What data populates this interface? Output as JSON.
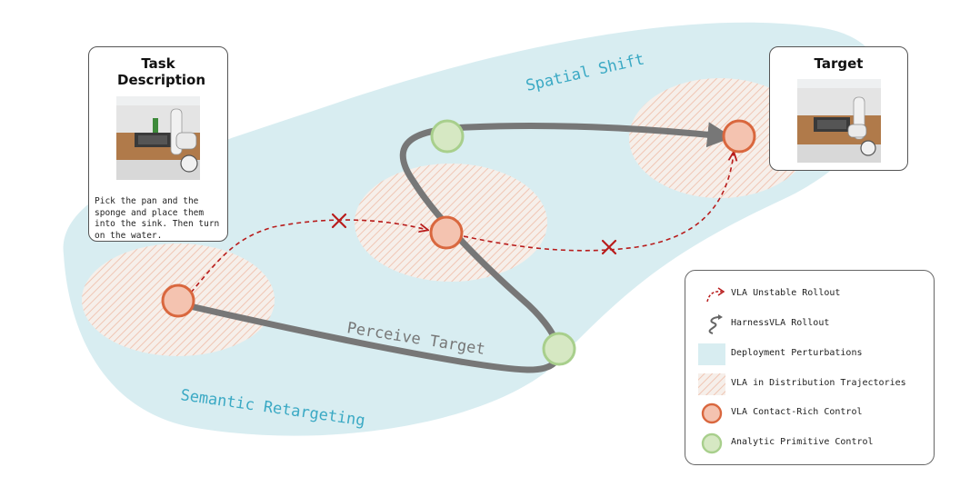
{
  "task_card": {
    "title": "Task Description",
    "description": "Pick the pan and the sponge and place them into the sink. Then turn on the water."
  },
  "target_card": {
    "title": "Target"
  },
  "region_labels": {
    "spatial_shift": "Spatial Shift",
    "semantic_retargeting": "Semantic Retargeting",
    "perceive_target": "Perceive Target"
  },
  "legend": {
    "items": [
      {
        "label": "VLA Unstable Rollout",
        "icon": "red-dashed-arrow-icon"
      },
      {
        "label": "HarnessVLA Rollout",
        "icon": "gray-curve-arrow-icon"
      },
      {
        "label": "Deployment Perturbations",
        "icon": "blue-square-icon"
      },
      {
        "label": "VLA in Distribution Trajectories",
        "icon": "hatched-square-icon"
      },
      {
        "label": "VLA Contact-Rich Control",
        "icon": "orange-circle-icon"
      },
      {
        "label": "Analytic Primitive Control",
        "icon": "green-circle-icon"
      }
    ]
  },
  "colors": {
    "perturbation_blue": "#d8edf1",
    "region_label": "#3aa9c4",
    "unstable_red": "#b81c1c",
    "harness_gray": "#777777",
    "contact_fill": "#f4c3b0",
    "contact_stroke": "#d9673e",
    "analytic_fill": "#d6e8c3",
    "analytic_stroke": "#a8cf8c"
  }
}
